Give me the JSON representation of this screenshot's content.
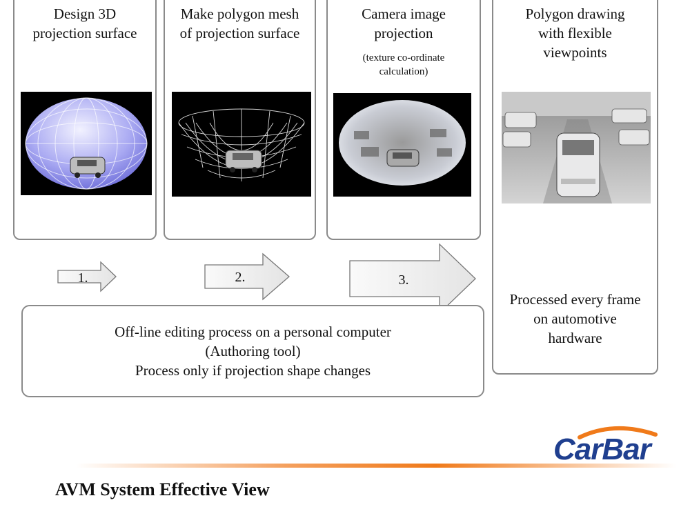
{
  "panels": [
    {
      "title": "Design 3D\nprojection surface",
      "image": "3d-projection-surface-image"
    },
    {
      "title": "Make polygon mesh\nof projection surface",
      "image": "polygon-mesh-image"
    },
    {
      "title": "Camera image\nprojection",
      "subtitle": "(texture co-ordinate\ncalculation)",
      "image": "camera-projection-image"
    },
    {
      "title": "Polygon drawing\nwith flexible\nviewpoints",
      "image": "viewpoint-render-image",
      "body": "Processed every frame\non automotive\nhardware"
    }
  ],
  "arrows": [
    {
      "label": "1."
    },
    {
      "label": "2."
    },
    {
      "label": "3."
    }
  ],
  "offline": {
    "line1": "Off-line editing process on a personal computer",
    "line2": "(Authoring tool)",
    "line3": "Process only if projection shape changes"
  },
  "footer": {
    "title": "AVM System Effective View",
    "logo_text": "CarBar"
  },
  "colors": {
    "border": "#8a8a8a",
    "logo_blue": "#1f3f8f",
    "logo_orange": "#f07a1a",
    "dome_purple": "#8c8cf0"
  }
}
